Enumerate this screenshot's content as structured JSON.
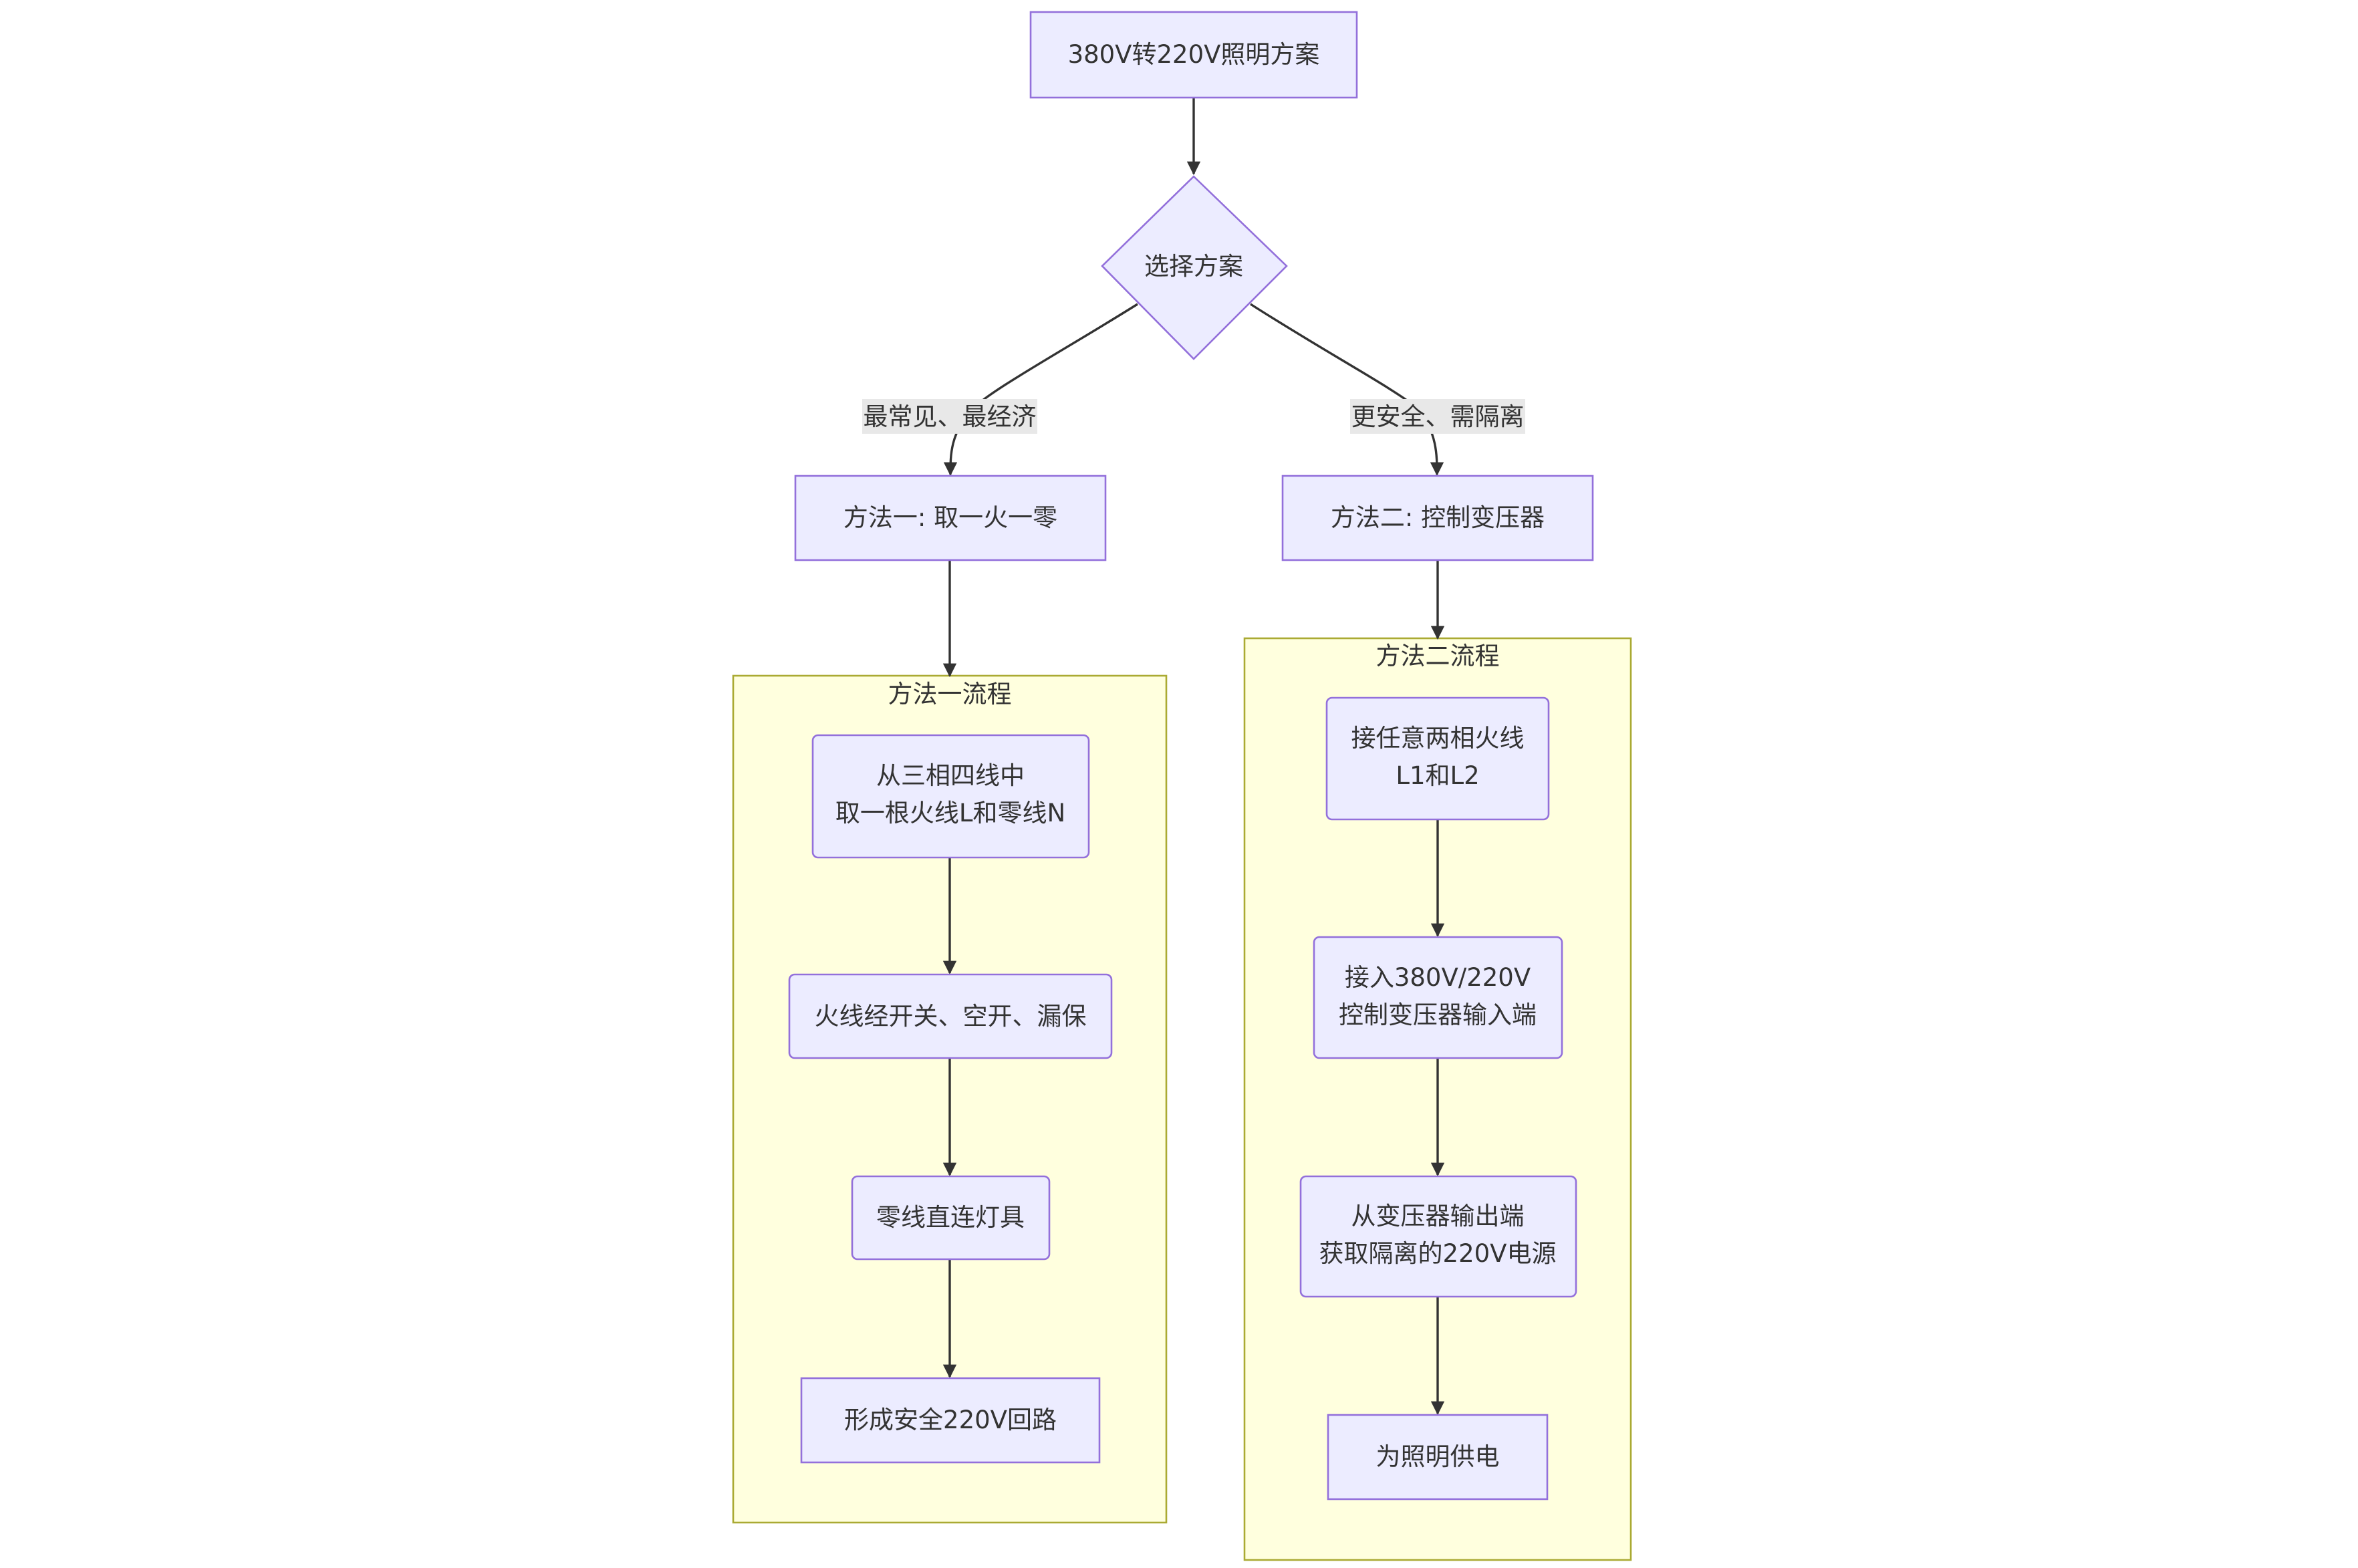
{
  "diagram": {
    "nodes": {
      "start": "380V转220V照明方案",
      "decision": "选择方案",
      "method1": "方法一: 取一火一零",
      "method2": "方法二: 控制变压器",
      "m1_step1": [
        "从三相四线中",
        "取一根火线L和零线N"
      ],
      "m1_step2": "火线经开关、空开、漏保",
      "m1_step3": "零线直连灯具",
      "m1_step4": "形成安全220V回路",
      "m2_step1": [
        "接任意两相火线",
        "L1和L2"
      ],
      "m2_step2": [
        "接入380V/220V",
        "控制变压器输入端"
      ],
      "m2_step3": [
        "从变压器输出端",
        "获取隔离的220V电源"
      ],
      "m2_step4": "为照明供电"
    },
    "edge_labels": {
      "to_method1": "最常见、最经济",
      "to_method2": "更安全、需隔离"
    },
    "clusters": {
      "method1_flow": "方法一流程",
      "method2_flow": "方法二流程"
    },
    "colors": {
      "node_fill": "#ECECFF",
      "node_stroke": "#9370DB",
      "cluster_fill": "#FFFFDE",
      "cluster_stroke": "#AAAA33",
      "edge": "#333333",
      "edge_label_bg": "#e8e8e8"
    }
  }
}
